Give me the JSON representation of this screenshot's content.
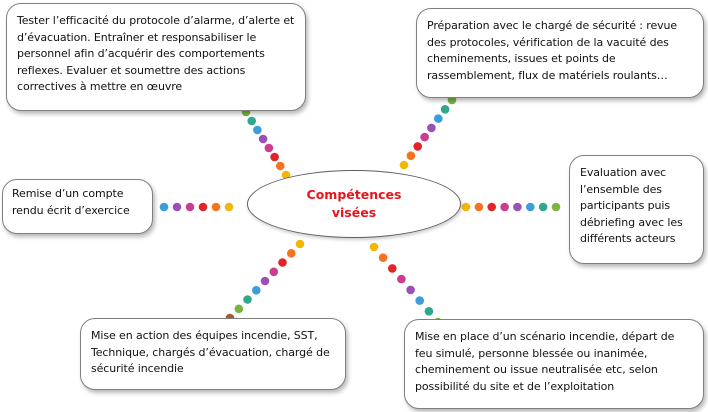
{
  "diagram": {
    "center_label": "Compétences visées",
    "center_color": "#e8141b",
    "boxes": {
      "top_left": "Tester l’efficacité du protocole d’alarme, d’alerte et d’évacuation. Entraîner et responsabiliser le personnel afin d’acquérir des comportements reflexes. Evaluer et soumettre des actions correctives à mettre en œuvre",
      "top_right": "Préparation avec le chargé de sécurité : revue des protocoles, vérification de la vacuité des cheminements, issues et points de rassemblement, flux de matériels roulants…",
      "left": "Remise d’un compte rendu écrit d’exercice",
      "right": "Evaluation avec l’ensemble des participants puis débriefing avec les différents acteurs",
      "bottom_left": "Mise en action des équipes incendie, SST, Technique, chargés d’évacuation, chargé de sécurité incendie",
      "bottom_right": "Mise en place d’un scénario incendie, départ de feu simulé, personne blessée ou inanimée, cheminement ou issue neutralisée etc, selon possibilité du site et de l’exploitation"
    },
    "dot_colors": [
      "#f2b705",
      "#f5731d",
      "#e0242a",
      "#cc3d8f",
      "#9b50b7",
      "#3a9fd8",
      "#2da88d",
      "#7ab540",
      "#a65a2e",
      "#e8b812"
    ]
  }
}
